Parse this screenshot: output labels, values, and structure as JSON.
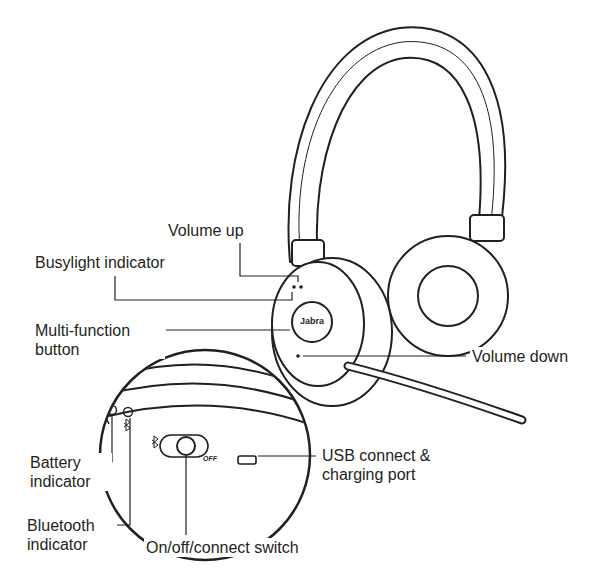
{
  "diagram": {
    "labels": [
      "Volume up",
      "Busylight indicator",
      "Multi-function button",
      "Volume down",
      "Jabra",
      "OFF",
      "USB connect & charging port",
      "Battery indicator",
      "Bluetooth indicator",
      "On/off/connect switch"
    ]
  }
}
